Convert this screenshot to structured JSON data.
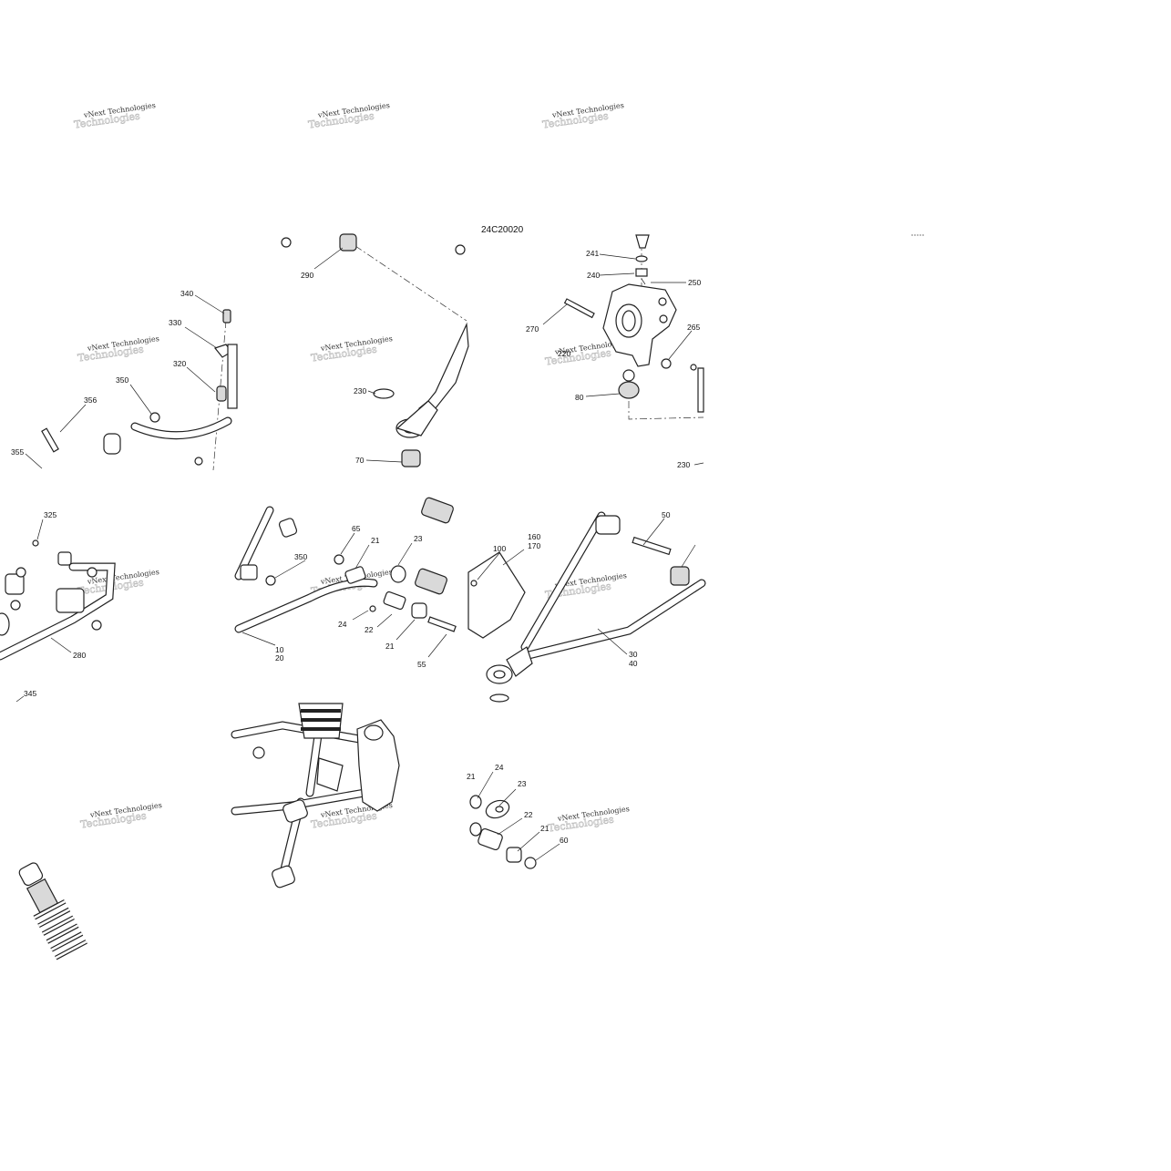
{
  "diagram_code": "24C20020",
  "watermark": "vNext Technologies",
  "callouts": {
    "c340": "340",
    "c330": "330",
    "c320": "320",
    "c350a": "350",
    "c356": "356",
    "c355": "355",
    "c290": "290",
    "c230a": "230",
    "c70": "70",
    "c241": "241",
    "c240": "240",
    "c250": "250",
    "c270": "270",
    "c265": "265",
    "c220": "220",
    "c80": "80",
    "c230b": "230",
    "c325": "325",
    "c280": "280",
    "c345": "345",
    "c65": "65",
    "c21a": "21",
    "c23a": "23",
    "c350b": "350",
    "c24a": "24",
    "c22a": "22",
    "c21b": "21",
    "c55": "55",
    "c10": "10",
    "c20": "20",
    "c100": "100",
    "c160": "160",
    "c170": "170",
    "c50": "50",
    "c30": "30",
    "c40": "40",
    "c21c": "21",
    "c24b": "24",
    "c23b": "23",
    "c22b": "22",
    "c21d": "21",
    "c60": "60"
  }
}
